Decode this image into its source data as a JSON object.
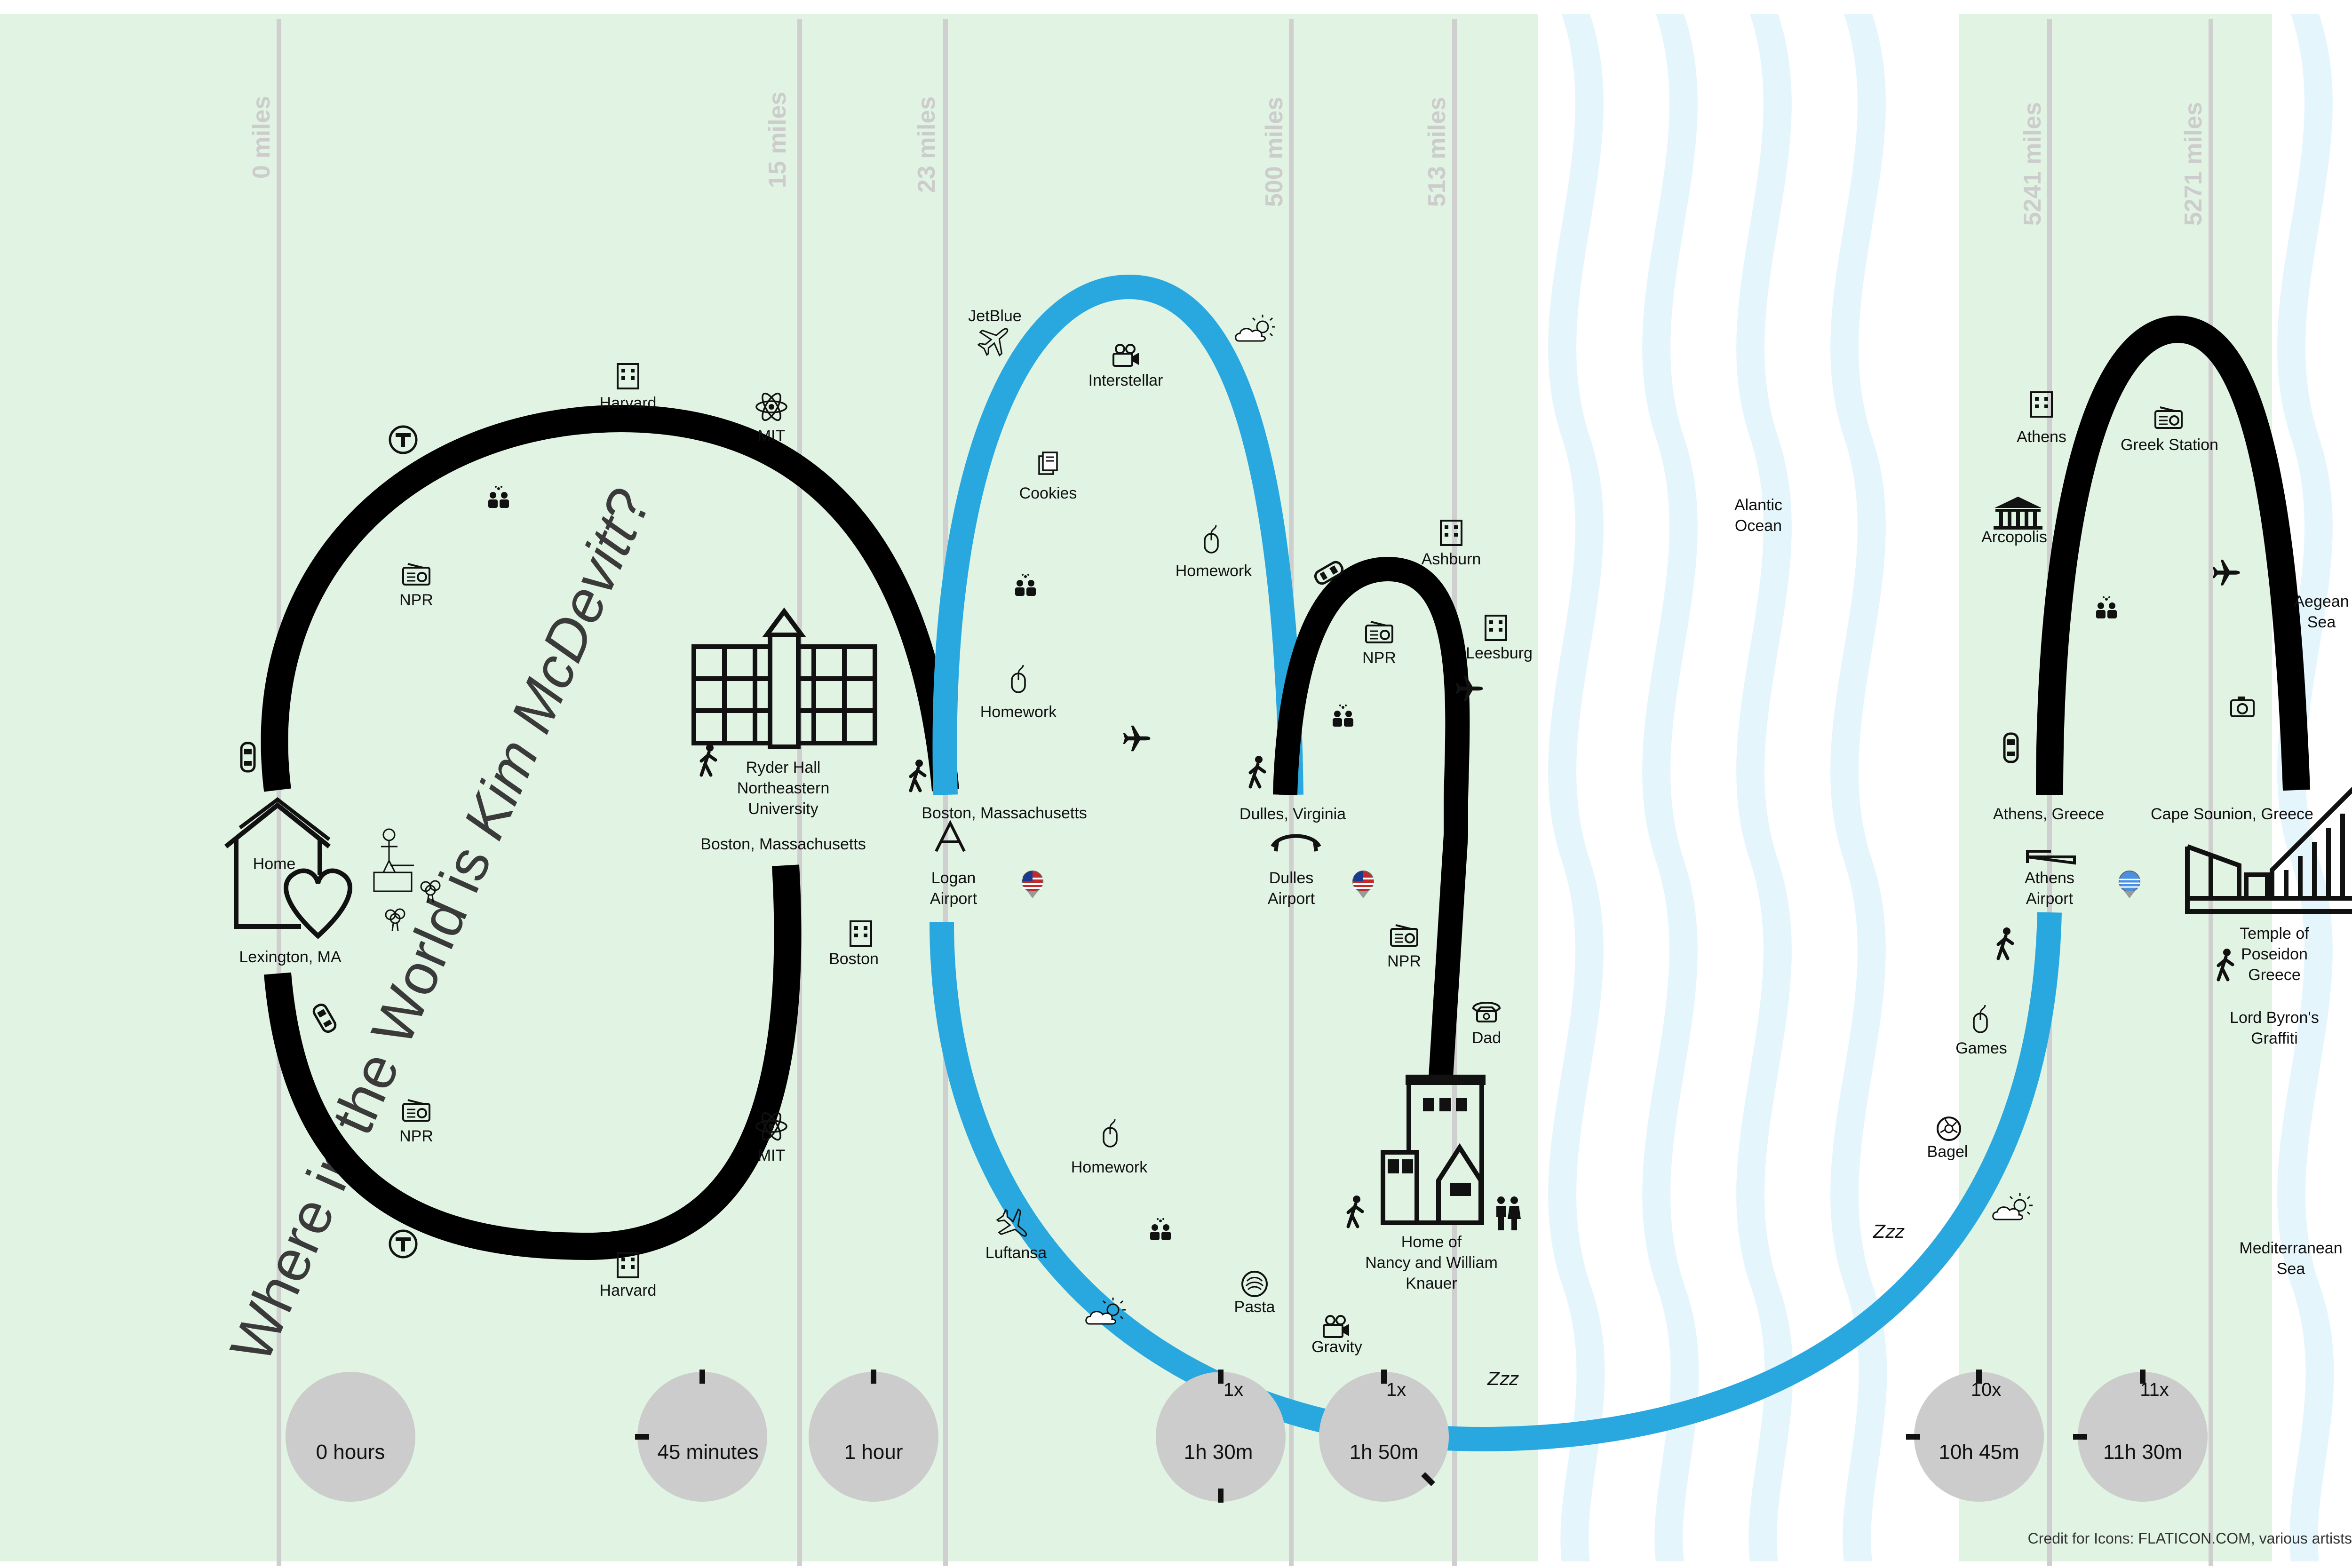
{
  "title": {
    "prefix": "Where in the World is ",
    "name": "Kim McDevitt",
    "suffix": "?"
  },
  "credit": "Credit for Icons: FLATICON.COM, various artists",
  "colors": {
    "land": "#e1f3e3",
    "water": "#e5f5fc",
    "ground_path": "#000000",
    "flight_path": "#29a8e0",
    "divider": "#cfcfcf",
    "timer": "#cccccc"
  },
  "miles": [
    "0 miles",
    "15 miles",
    "23 miles",
    "500 miles",
    "513 miles",
    "5241 miles",
    "5271 miles"
  ],
  "timers": [
    {
      "label": "0 hours",
      "mult": ""
    },
    {
      "label": "45 minutes",
      "mult": ""
    },
    {
      "label": "1 hour",
      "mult": ""
    },
    {
      "label": "1h 30m",
      "mult": "1x"
    },
    {
      "label": "1h 50m",
      "mult": "1x"
    },
    {
      "label": "10h 45m",
      "mult": "10x"
    },
    {
      "label": "11h 30m",
      "mult": "11x"
    }
  ],
  "places": {
    "home": "Home",
    "lexington": "Lexington, MA",
    "ryder": [
      "Ryder Hall",
      "Northeastern",
      "University"
    ],
    "boston_ma": "Boston, Massachusetts",
    "boston": "Boston",
    "harvard_top": "Harvard",
    "harvard_bottom": "Harvard",
    "mit_top": "MIT",
    "mit_bottom": "MIT",
    "npr_1": "NPR",
    "npr_2": "NPR",
    "npr_3": "NPR",
    "npr_4": "NPR",
    "boston_mass": "Boston, Massachusetts",
    "logan": [
      "Logan",
      "Airport"
    ],
    "jetblue": "JetBlue",
    "interstellar": "Interstellar",
    "cookies": "Cookies",
    "homework_1": "Homework",
    "homework_2": "Homework",
    "homework_3": "Homework",
    "luftansa": "Luftansa",
    "pasta": "Pasta",
    "gravity": "Gravity",
    "dulles_va": "Dulles, Virginia",
    "dulles_airport": [
      "Dulles",
      "Airport"
    ],
    "ashburn": "Ashburn",
    "leesburg": "Leesburg",
    "dad": "Dad",
    "knauer": [
      "Home of",
      "Nancy and William",
      "Knauer"
    ],
    "ocean": [
      "Alantic",
      "Ocean"
    ],
    "athens_top": "Athens",
    "acropolis": "Arcopolis",
    "greek_station": "Greek Station",
    "aegean": [
      "Aegean",
      "Sea"
    ],
    "athens_greece": "Athens, Greece",
    "cape_sounion": "Cape Sounion, Greece",
    "athens_airport": [
      "Athens",
      "Airport"
    ],
    "temple": [
      "Temple of",
      "Poseidon",
      "Greece"
    ],
    "byron": [
      "Lord Byron's",
      "Graffiti"
    ],
    "games": "Games",
    "bagel": "Bagel",
    "mediterranean": [
      "Mediterranean",
      "Sea"
    ]
  },
  "icons": {
    "zzz": "Zzz",
    "metro": "T"
  }
}
